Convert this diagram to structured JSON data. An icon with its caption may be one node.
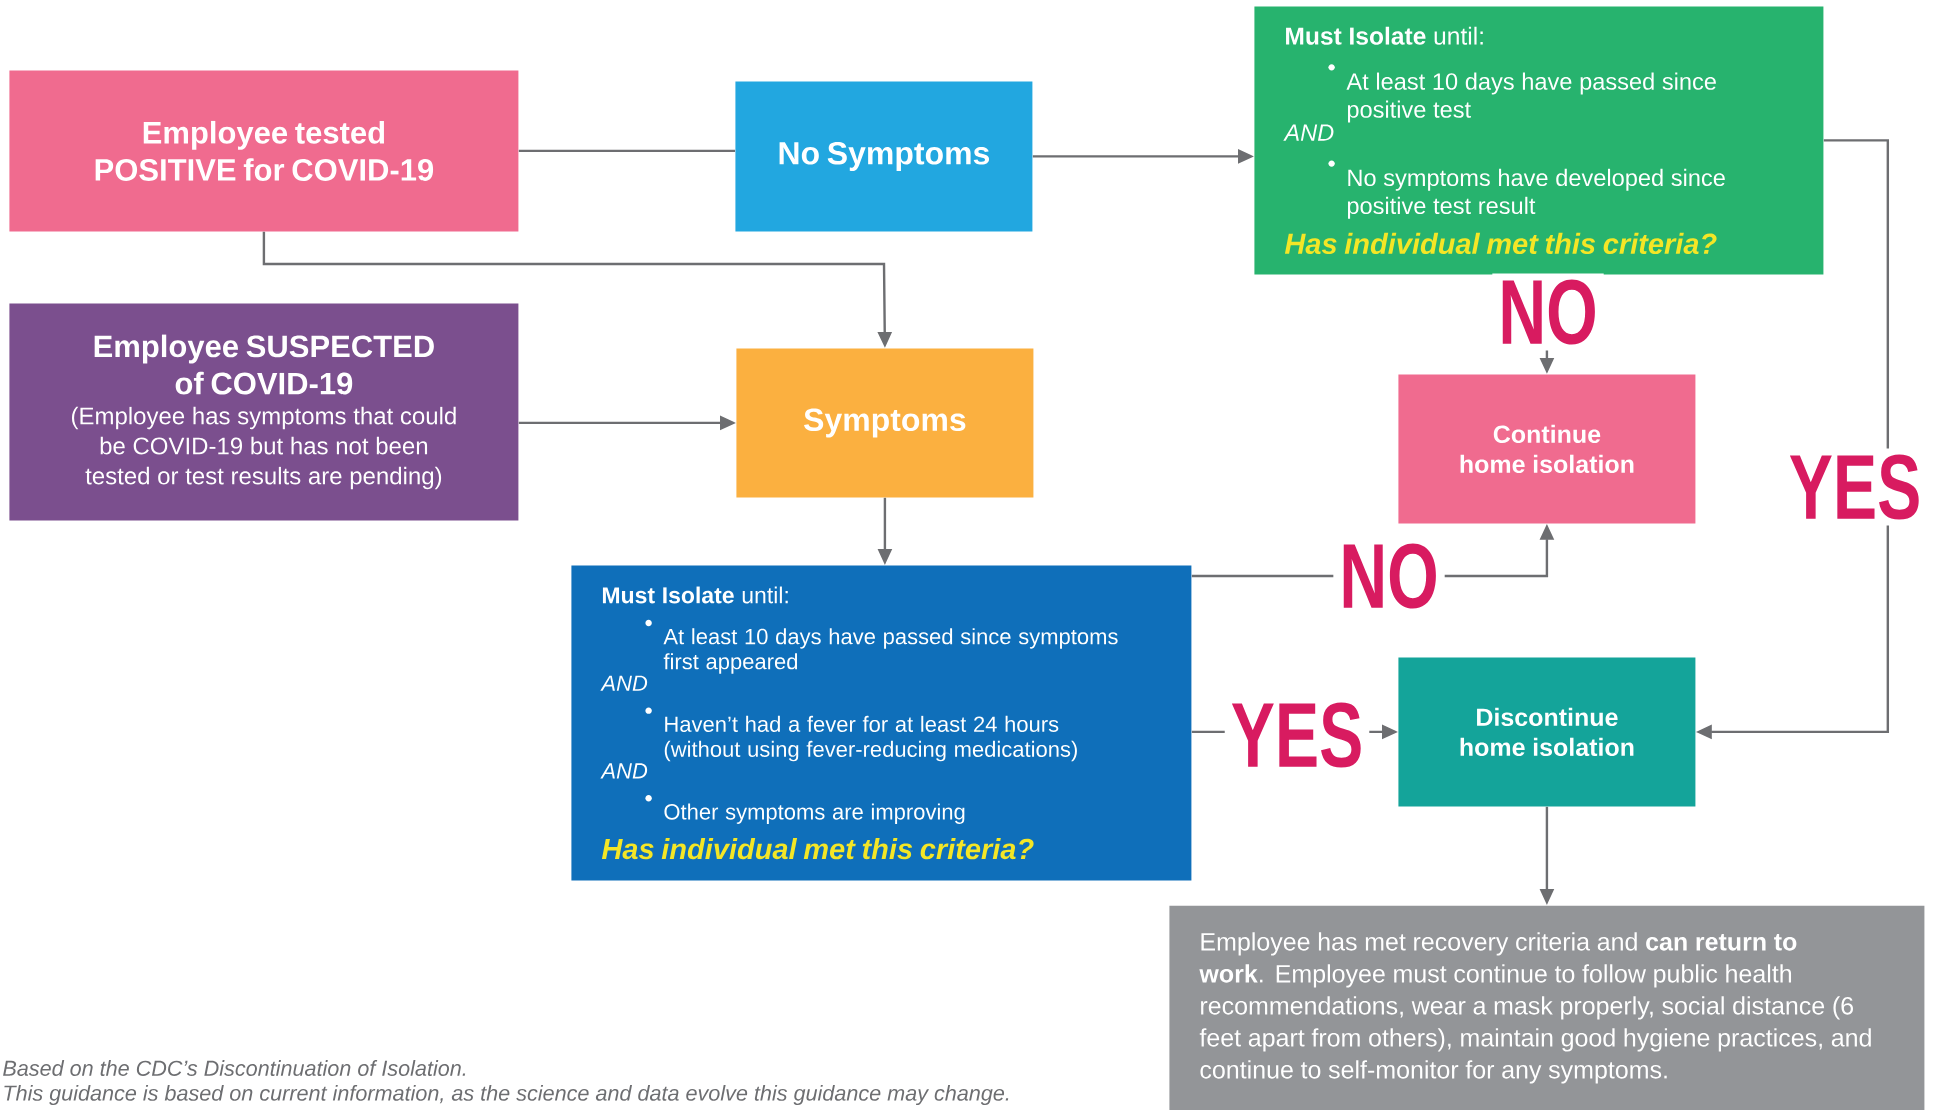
{
  "diagram": {
    "nodes": [
      {
        "text": [
          "Employee tested POSITIVE for COVID-19"
        ]
      },
      {
        "text": [
          "No Symptoms"
        ]
      },
      {
        "text": [
          "**Must Isolate** until:",
          "At least 10 days have passed since positive test",
          "AND",
          "No symptoms have developed since positive test result",
          "Has individual met this criteria?"
        ]
      },
      {
        "text": [
          "Employee SUSPECTED of COVID-19",
          "(Employee has symptoms that could be COVID-19 but has not been tested or test results are pending)"
        ]
      },
      {
        "text": [
          "Symptoms"
        ]
      },
      {
        "text": [
          "Continue home isolation"
        ]
      },
      {
        "text": [
          "**Must Isolate** until:",
          "At least 10 days have passed since symptoms first appeared",
          "AND",
          "Haven’t had a fever for at least 24 hours (without using fever-reducing medications)",
          "AND",
          "Other symptoms are improving",
          "Has individual met this criteria?"
        ]
      },
      {
        "text": [
          "Discontinue home isolation"
        ]
      },
      {
        "text": [
          "Employee has met recovery criteria and **can return to work**. Employee must continue to follow public health recommendations, wear a mask properly, social distance (6 feet apart from others), maintain good hygiene practices, and continue to self-monitor for any symptoms."
        ]
      }
    ],
    "edges": [
      {
        "from": 0,
        "to": 1,
        "arrow": "none"
      },
      {
        "from": 1,
        "to": 2,
        "arrow": "to"
      },
      {
        "from": 0,
        "to": 4,
        "arrow": "to"
      },
      {
        "from": 3,
        "to": 4,
        "arrow": "to"
      },
      {
        "from": 4,
        "to": 6,
        "arrow": "to"
      },
      {
        "from": 2,
        "to": 5,
        "arrow": "to",
        "label": "NO"
      },
      {
        "from": 2,
        "to": 7,
        "arrow": "to",
        "label": "YES"
      },
      {
        "from": 6,
        "to": 5,
        "arrow": "to",
        "label": "NO"
      },
      {
        "from": 6,
        "to": 7,
        "arrow": "to",
        "label": "YES"
      },
      {
        "from": 7,
        "to": 8,
        "arrow": "to"
      }
    ],
    "labels": [
      "Based on the CDC’s Discontinuation of Isolation.",
      "This guidance is based on current information, as the science and data evolve this guidance may change."
    ]
  }
}
